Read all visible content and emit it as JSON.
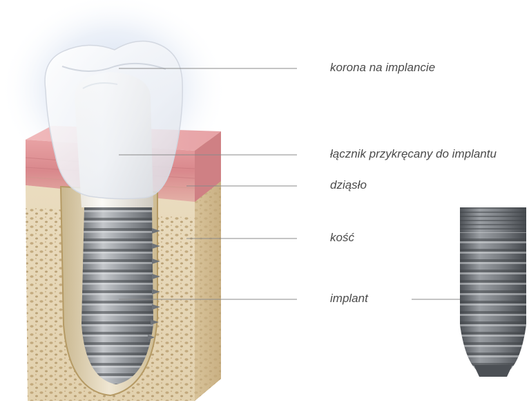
{
  "labels": {
    "crown": "korona na implancie",
    "abutment": "łącznik przykręcany do implantu",
    "gum": "dziąsło",
    "bone": "kość",
    "implant": "implant"
  }
}
